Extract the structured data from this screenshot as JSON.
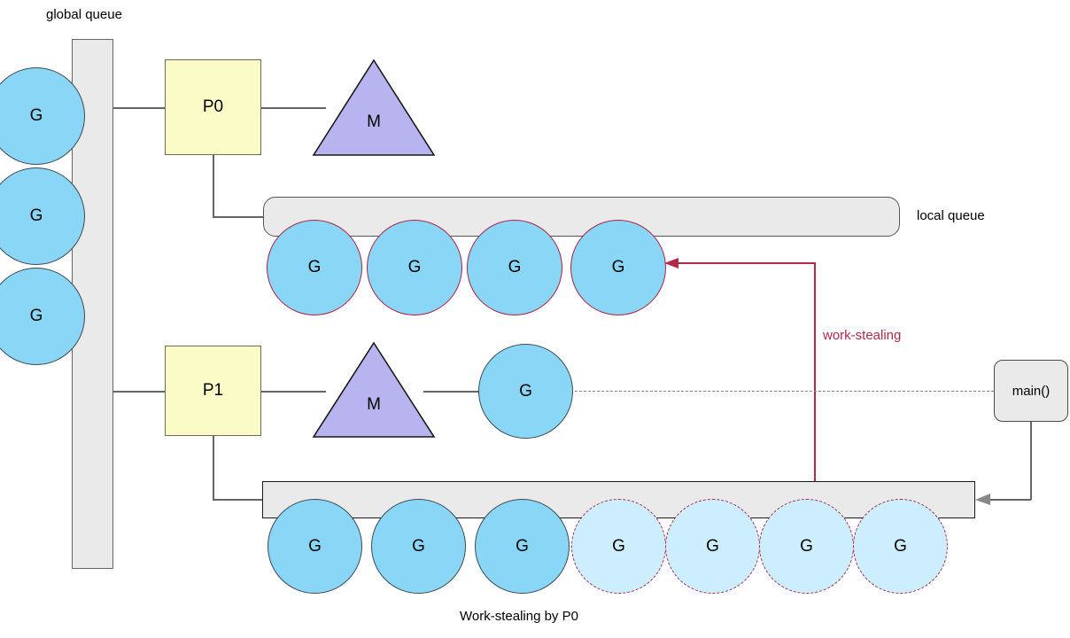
{
  "diagram": {
    "caption": "Work-stealing by P0",
    "labels": {
      "global_queue": "global queue",
      "local_queue": "local queue",
      "work_stealing": "work-stealing"
    },
    "colors": {
      "goroutine_fill": "#8ad6f7",
      "goroutine_faded_fill": "#cceeff",
      "processor_fill": "#fbfbc8",
      "machine_fill": "#b8b4f0",
      "queue_fill": "#eaeaea",
      "work_stealing_accent": "#b02a4a",
      "connector": "#666666"
    },
    "global_queue": {
      "label": "global queue",
      "goroutines": [
        {
          "label": "G"
        },
        {
          "label": "G"
        },
        {
          "label": "G"
        }
      ]
    },
    "processors": [
      {
        "name": "P0",
        "machine": {
          "label": "M"
        },
        "local_queue": {
          "label": "local queue",
          "goroutines": [
            {
              "label": "G",
              "state": "stolen"
            },
            {
              "label": "G",
              "state": "stolen"
            },
            {
              "label": "G",
              "state": "stolen"
            },
            {
              "label": "G",
              "state": "stolen"
            }
          ]
        }
      },
      {
        "name": "P1",
        "machine": {
          "label": "M"
        },
        "running_goroutine": {
          "label": "G"
        },
        "local_queue": {
          "goroutines": [
            {
              "label": "G",
              "state": "present"
            },
            {
              "label": "G",
              "state": "present"
            },
            {
              "label": "G",
              "state": "present"
            },
            {
              "label": "G",
              "state": "taken"
            },
            {
              "label": "G",
              "state": "taken"
            },
            {
              "label": "G",
              "state": "taken"
            },
            {
              "label": "G",
              "state": "taken"
            }
          ]
        }
      }
    ],
    "main_entry": {
      "label": "main()"
    }
  }
}
